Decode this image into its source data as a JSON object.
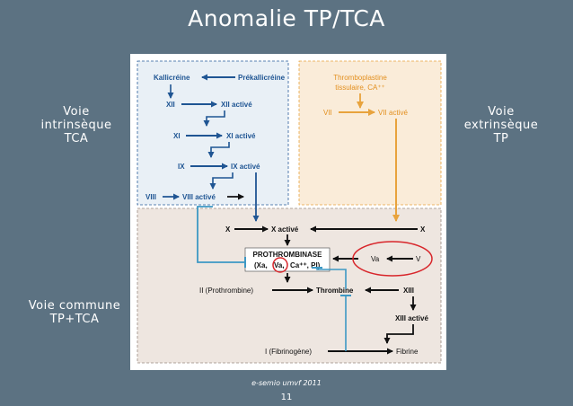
{
  "slide": {
    "title": "Anomalie TP/TCA",
    "source": "e-semio umvf 2011",
    "page_number": "11"
  },
  "labels": {
    "intrinsic": [
      "Voie",
      "intrinsèque",
      "TCA"
    ],
    "extrinsic": [
      "Voie",
      "extrinsèque",
      "TP"
    ],
    "common": [
      "Voie commune",
      "TP+TCA"
    ]
  },
  "diagram": {
    "intrinsic": {
      "kallicreine": "Kallicréine",
      "prekallicreine": "Prékallicréine",
      "xii": "XII",
      "xii_active": "XII activé",
      "xi": "XI",
      "xi_active": "XI activé",
      "ix": "IX",
      "ix_active": "IX activé",
      "viii": "VIII",
      "viii_active": "VIII activé"
    },
    "extrinsic": {
      "thromboplastine": "Thromboplastine",
      "tissulaire": "tissulaire, CA⁺⁺",
      "vii": "VII",
      "vii_active": "VII activé"
    },
    "common": {
      "x_left": "X",
      "x_active": "X activé",
      "x_right": "X",
      "prothrombinase": "PROTHROMBINASE",
      "complex_open": "(Xa,",
      "va_in_complex": "Va,",
      "complex_rest": "Ca⁺⁺, Pl)",
      "va": "Va",
      "v": "V",
      "ii": "II (Prothrombine)",
      "thrombine": "Thrombine",
      "xiii": "XIII",
      "xiii_active": "XIII activé",
      "i": "I (Fibrinogène)",
      "fibrine": "Fibrine"
    },
    "colors": {
      "intrinsic_bg": "#e9f0f6",
      "extrinsic_bg": "#faecd9",
      "common_bg": "#eee6e0",
      "blue_arrow": "#1f5593",
      "orange_arrow": "#e8a33d",
      "inhibitor": "#3d98c4",
      "highlight": "#d8262b"
    }
  }
}
